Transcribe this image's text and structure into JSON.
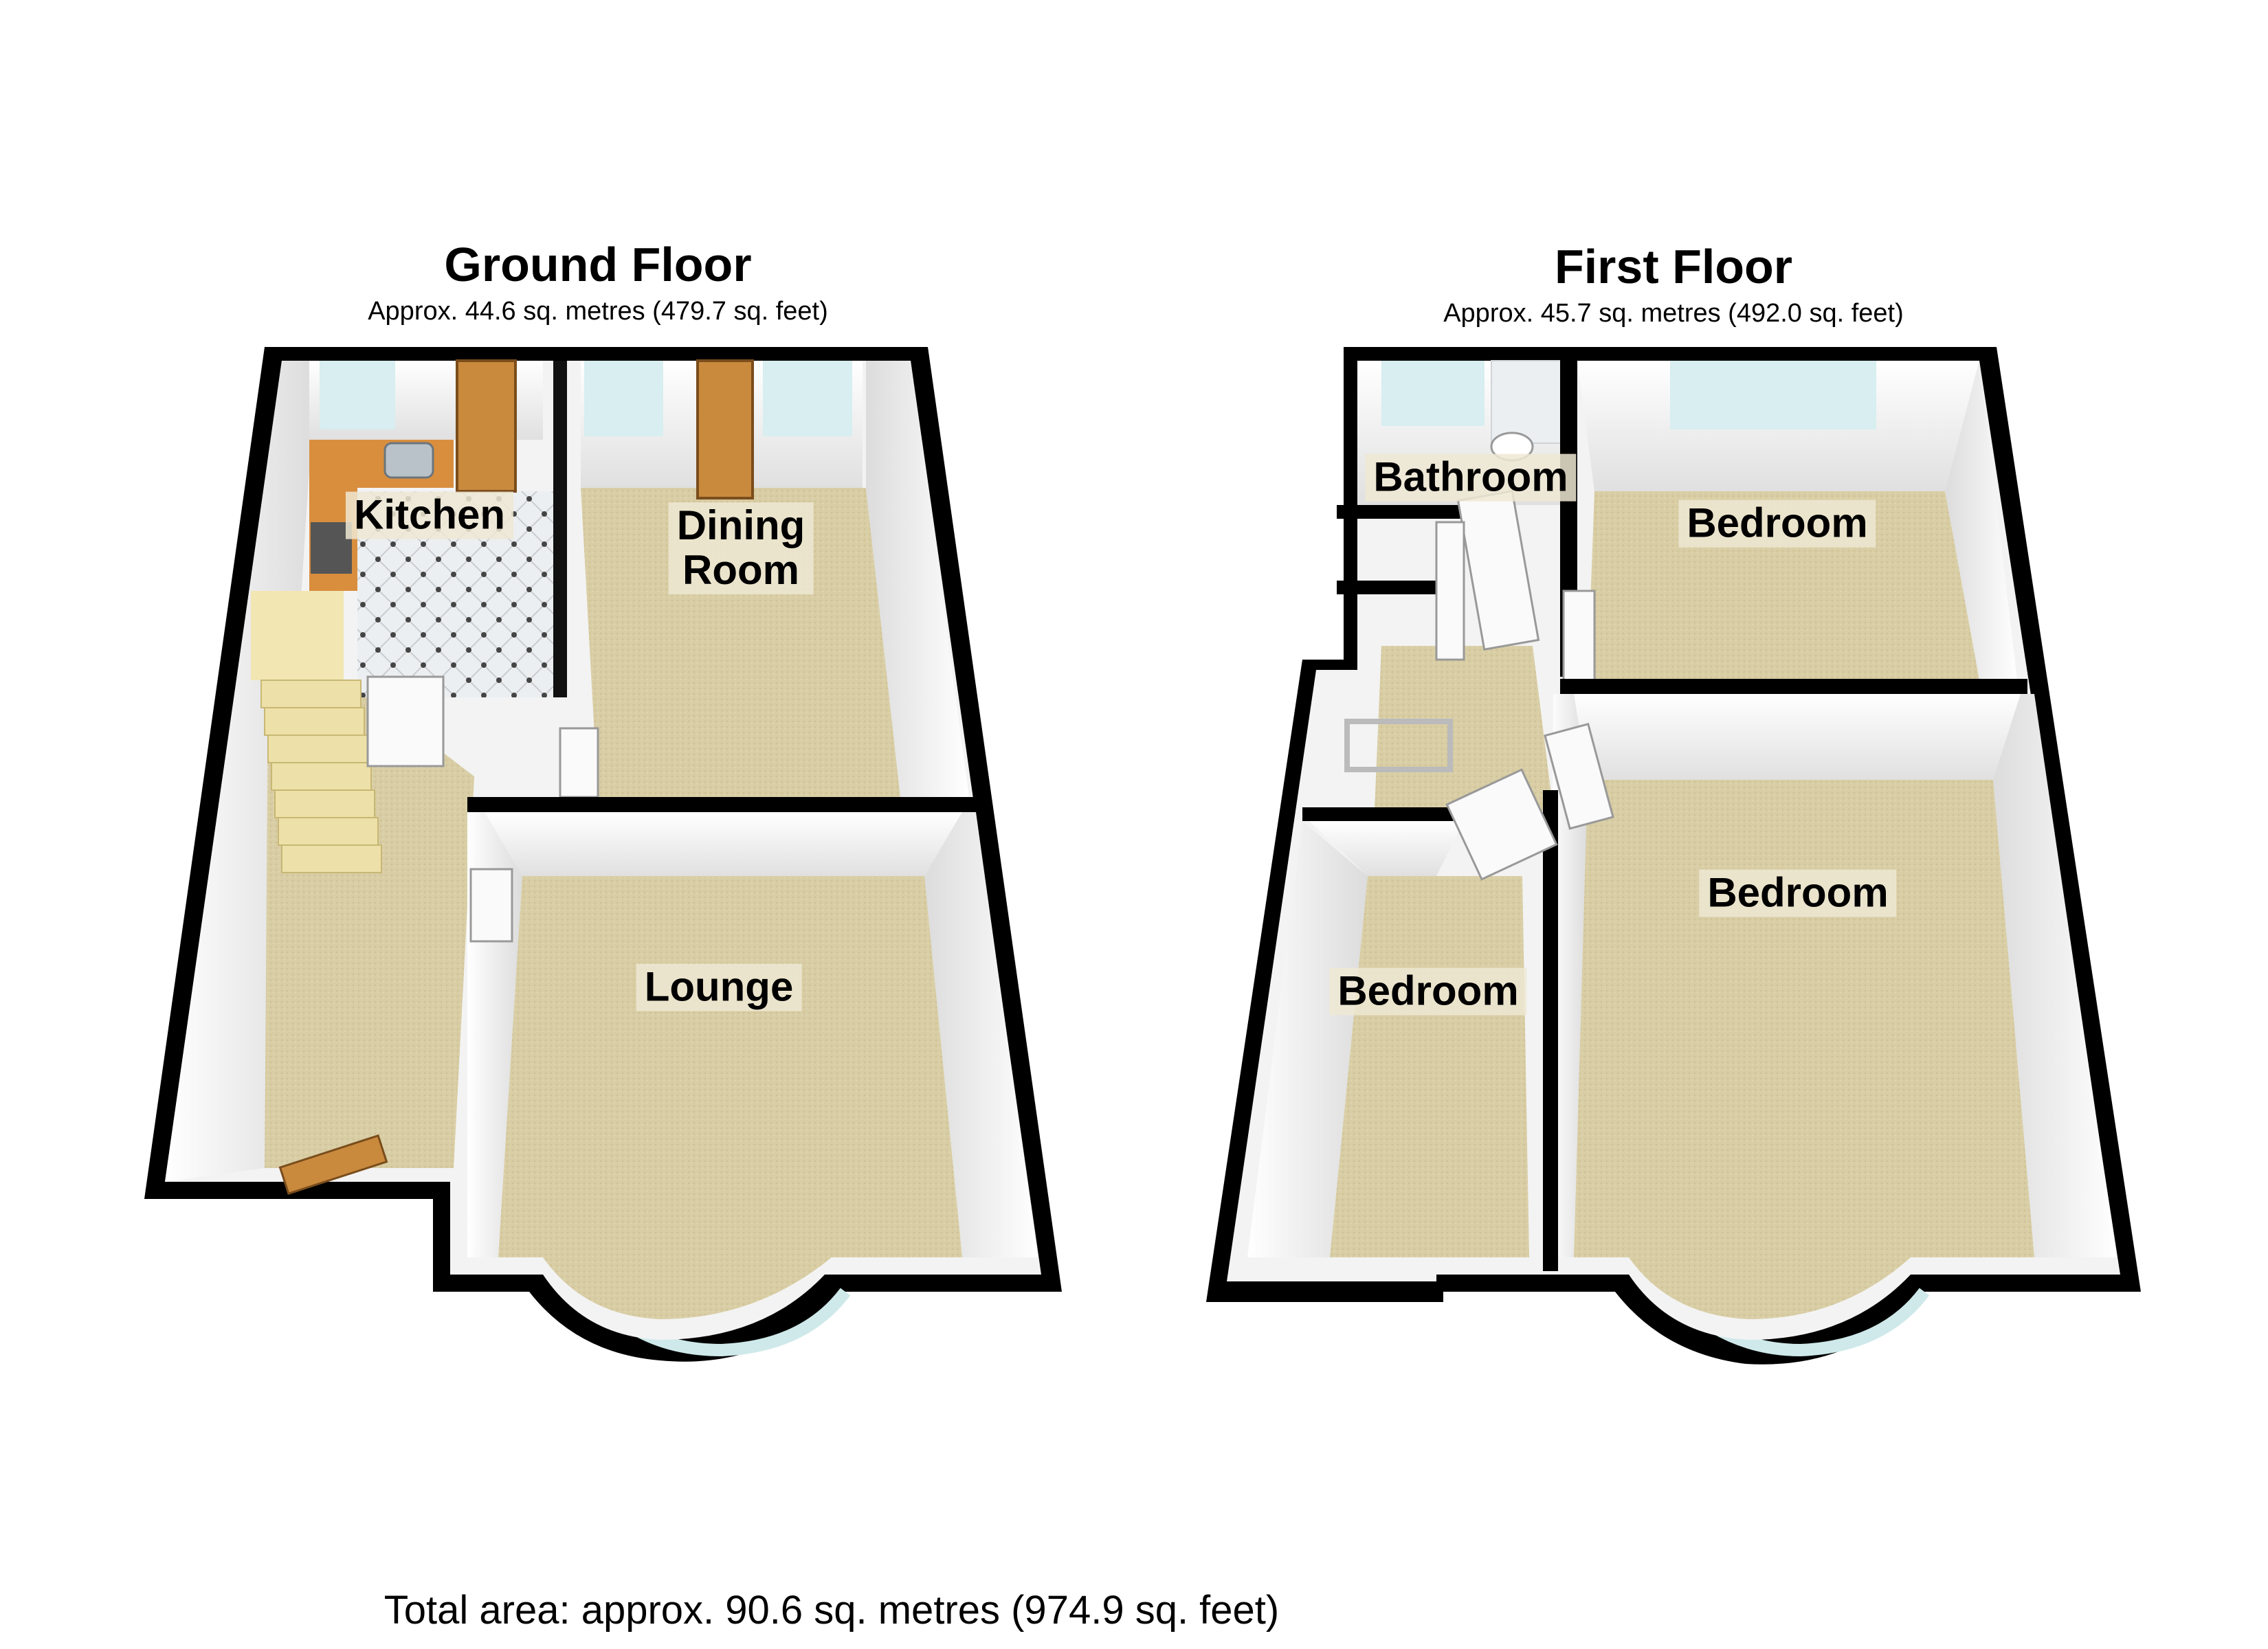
{
  "ground_floor": {
    "title": "Ground Floor",
    "area": "Approx. 44.6 sq. metres (479.7 sq. feet)",
    "rooms": {
      "kitchen": "Kitchen",
      "dining": "Dining\nRoom",
      "lounge": "Lounge"
    }
  },
  "first_floor": {
    "title": "First Floor",
    "area": "Approx. 45.7 sq. metres (492.0 sq. feet)",
    "rooms": {
      "bathroom": "Bathroom",
      "bedroom_rear": "Bedroom",
      "bedroom_front": "Bedroom",
      "bedroom_small": "Bedroom"
    }
  },
  "total_area": "Total area: approx. 90.6 sq. metres (974.9 sq. feet)",
  "colors": {
    "wall": "#000000",
    "carpet": "#d9cfa8",
    "wall_face": "#f2f2f2",
    "window": "#cfe9ea",
    "door": "#c98a3e",
    "worktop": "#d98e3e",
    "stairs": "#f2e6b3",
    "tile": "#e6e8ea"
  }
}
